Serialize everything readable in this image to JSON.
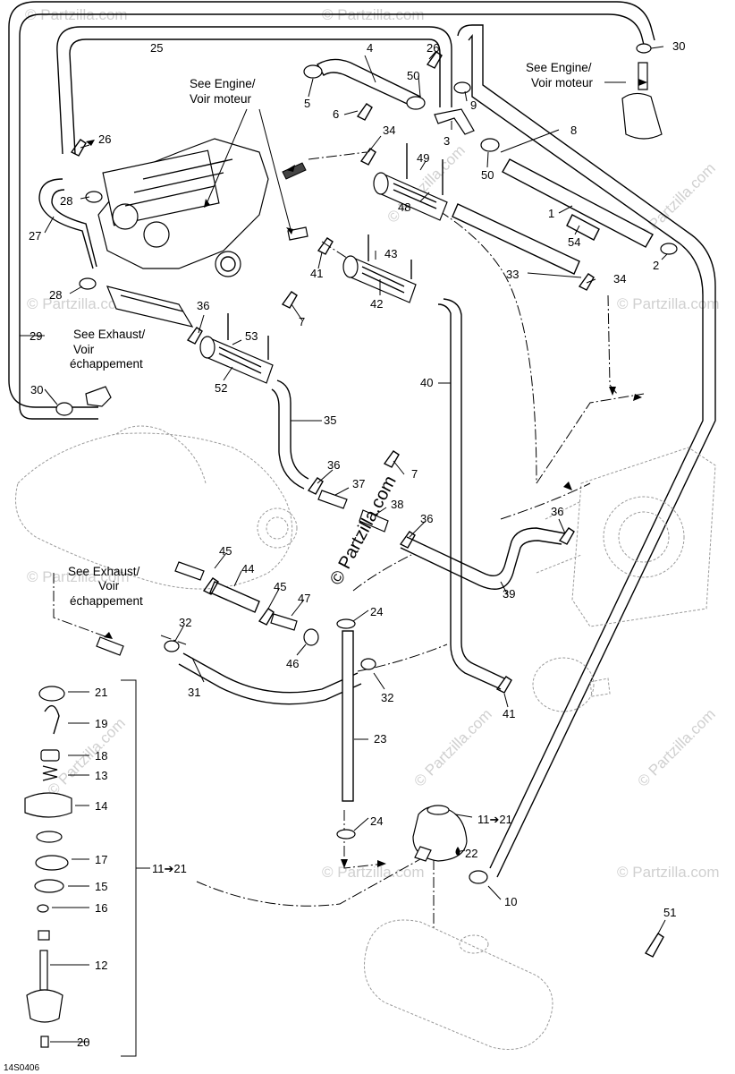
{
  "diagram": {
    "code": "14S0406",
    "watermark_main": "© Partzilla.com",
    "watermark_faint": "© Partzilla.com",
    "notes": {
      "engine_1": [
        "See Engine/",
        "Voir moteur"
      ],
      "engine_2": [
        "See Engine/",
        "Voir moteur"
      ],
      "exhaust_1": [
        "See Exhaust/",
        "Voir",
        "échappement"
      ],
      "exhaust_2": [
        "See Exhaust/",
        "Voir",
        "échappement"
      ]
    },
    "callouts": {
      "c1": "1",
      "c2": "2",
      "c3": "3",
      "c4": "4",
      "c5": "5",
      "c6": "6",
      "c7a": "7",
      "c7b": "7",
      "c8": "8",
      "c9": "9",
      "c10": "10",
      "c12": "12",
      "c13": "13",
      "c14": "14",
      "c15": "15",
      "c16": "16",
      "c17": "17",
      "c18": "18",
      "c19": "19",
      "c20": "20",
      "c21": "21",
      "c22": "22",
      "c23": "23",
      "c24a": "24",
      "c24b": "24",
      "c25": "25",
      "c26a": "26",
      "c26b": "26",
      "c27": "27",
      "c28a": "28",
      "c28b": "28",
      "c29": "29",
      "c30a": "30",
      "c30b": "30",
      "c31": "31",
      "c32a": "32",
      "c32b": "32",
      "c33": "33",
      "c34a": "34",
      "c34b": "34",
      "c35": "35",
      "c36a": "36",
      "c36b": "36",
      "c36c": "36",
      "c36d": "36",
      "c37": "37",
      "c38": "38",
      "c39": "39",
      "c40": "40",
      "c41a": "41",
      "c41b": "41",
      "c42": "42",
      "c43": "43",
      "c44": "44",
      "c45a": "45",
      "c45b": "45",
      "c46": "46",
      "c47": "47",
      "c48": "48",
      "c49": "49",
      "c50a": "50",
      "c50b": "50",
      "c51": "51",
      "c52": "52",
      "c53": "53",
      "c54": "54",
      "range_a": "11➔21",
      "range_b": "11➔21"
    }
  }
}
